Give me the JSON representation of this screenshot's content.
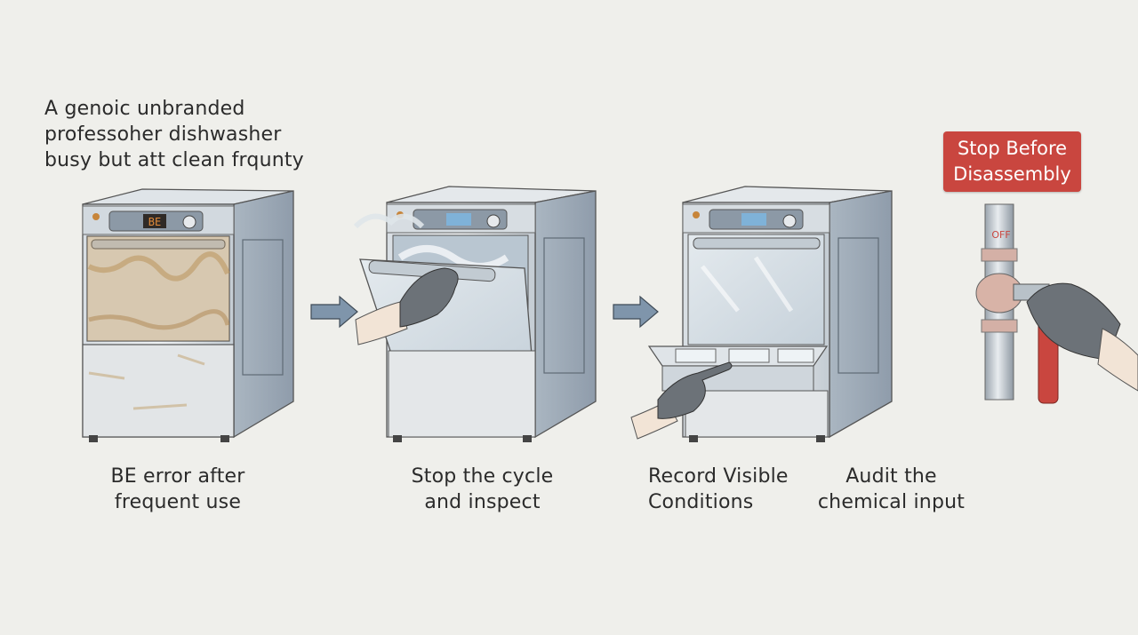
{
  "intro_text": "A genoic unbranded\nprofessoher dishwasher\nbusy but att clean frqunty",
  "display_code": "BE",
  "steps": [
    {
      "caption": "BE error after\nfrequent use"
    },
    {
      "caption": "Stop the cycle\nand inspect"
    },
    {
      "caption": "Record Visible\nConditions"
    },
    {
      "caption": "Audit the\nchemical input"
    }
  ],
  "stop_label": "Stop Before\nDisassembly",
  "valve_label": "OFF",
  "colors": {
    "background": "#efefeb",
    "steel": "#c9d1d8",
    "steel_dark": "#8d9aa6",
    "rust": "#c79a5a",
    "stop_red": "#c9463f",
    "arrow": "#7f95ab",
    "glove": "#6c7278"
  }
}
